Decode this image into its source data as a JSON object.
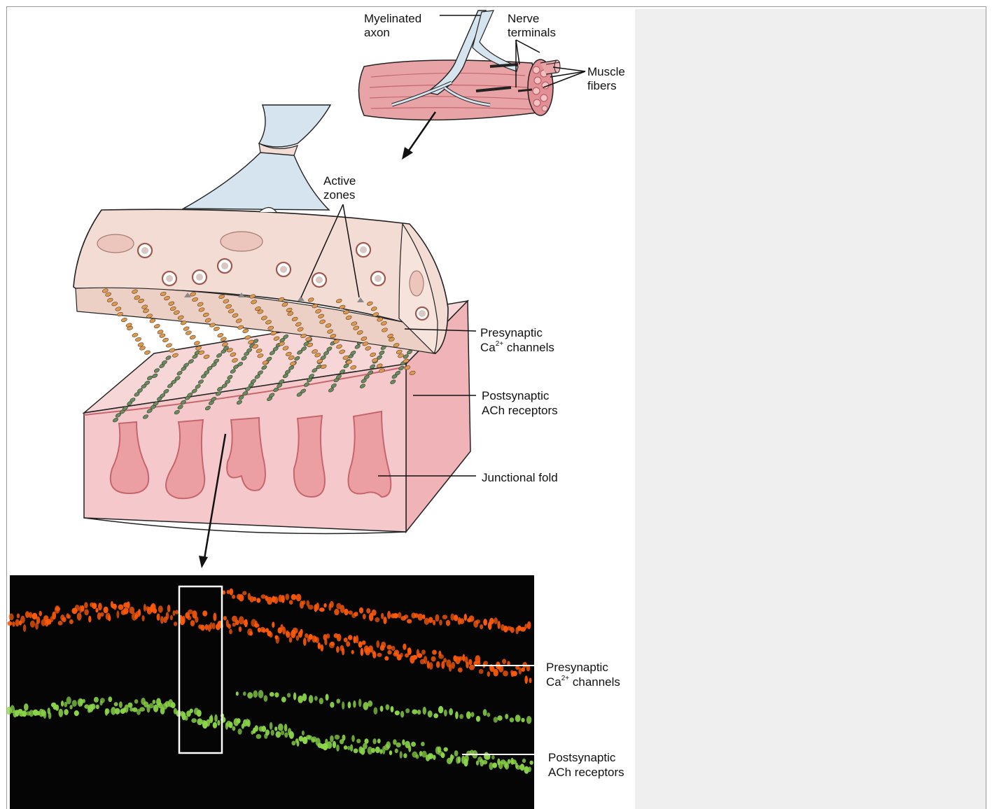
{
  "labels": {
    "myelinated_axon": [
      "Myelinated",
      "axon"
    ],
    "nerve_terminals": [
      "Nerve",
      "terminals"
    ],
    "muscle_fibers": [
      "Muscle",
      "fibers"
    ],
    "active_zones": [
      "Active",
      "zones"
    ],
    "presynaptic_ca_channels": {
      "line1": "Presynaptic",
      "line2_prefix": "Ca",
      "line2_sup": "2+",
      "line2_suffix": " channels"
    },
    "postsynaptic_ach_receptors": [
      "Postsynaptic",
      "ACh receptors"
    ],
    "junctional_fold": "Junctional fold",
    "micro_presynaptic_ca_channels": {
      "line1": "Presynaptic",
      "line2_prefix": "Ca",
      "line2_sup": "2+",
      "line2_suffix": " channels"
    },
    "micro_postsynaptic_ach_receptors": [
      "Postsynaptic",
      "ACh receptors"
    ]
  },
  "colors": {
    "muscle": "#e8a3a6",
    "muscle_dark": "#c5666c",
    "axon": "#d5e4ef",
    "terminal": "#f3dcd4",
    "receptor": "#6b8a5e",
    "channel": "#d99a55",
    "post_block": "#f5c9cc",
    "fold": "#ec9fa3",
    "micro_bg": "#050505",
    "micro_red": "#ff5a0a",
    "micro_green": "#8cd64a",
    "panel_bg": "#efefef"
  }
}
